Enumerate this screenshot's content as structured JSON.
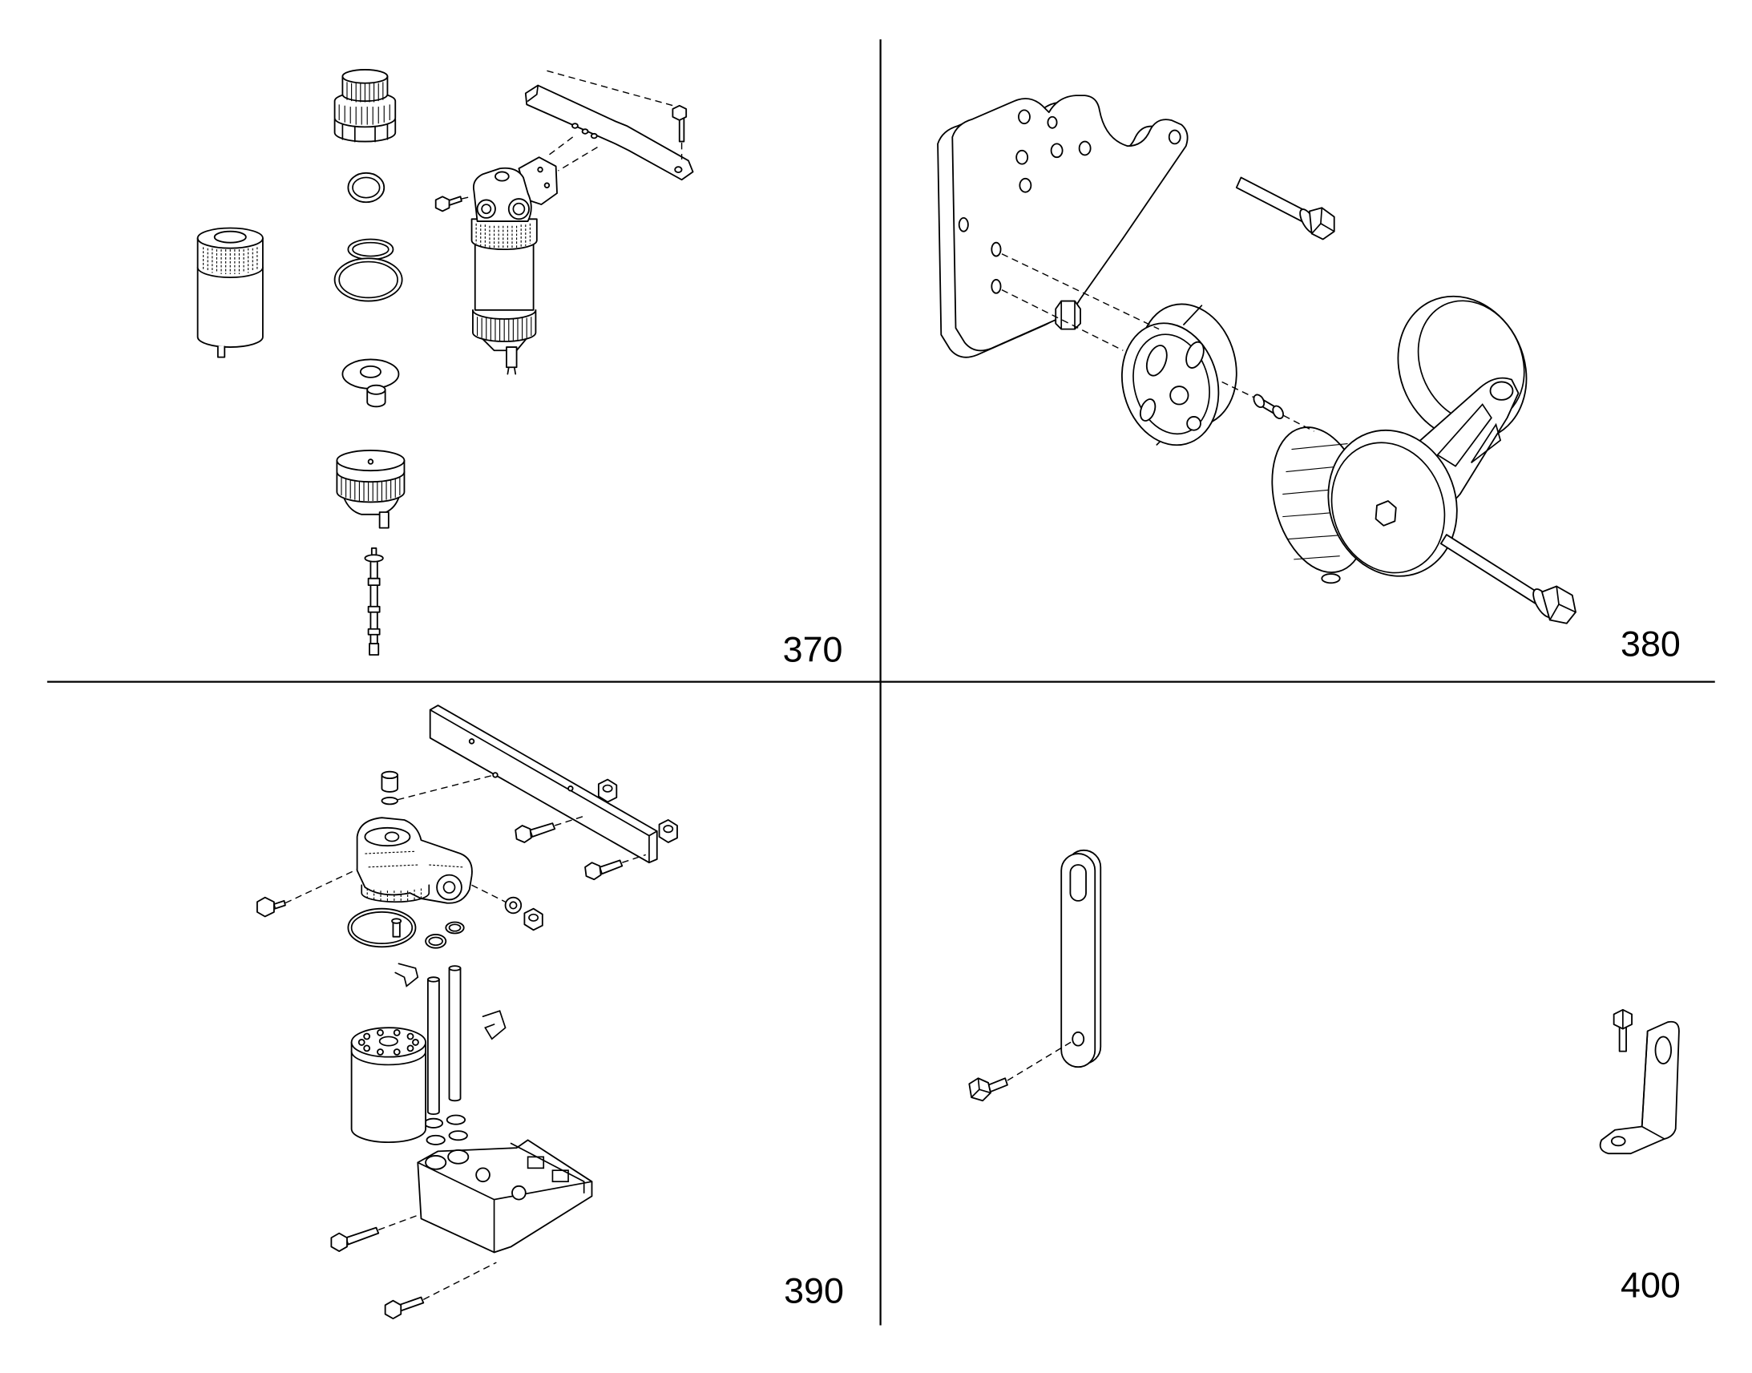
{
  "panels": [
    {
      "number": "370"
    },
    {
      "number": "380"
    },
    {
      "number": "390"
    },
    {
      "number": "400"
    }
  ],
  "colors": {
    "line": "#000000",
    "background": "#ffffff"
  }
}
